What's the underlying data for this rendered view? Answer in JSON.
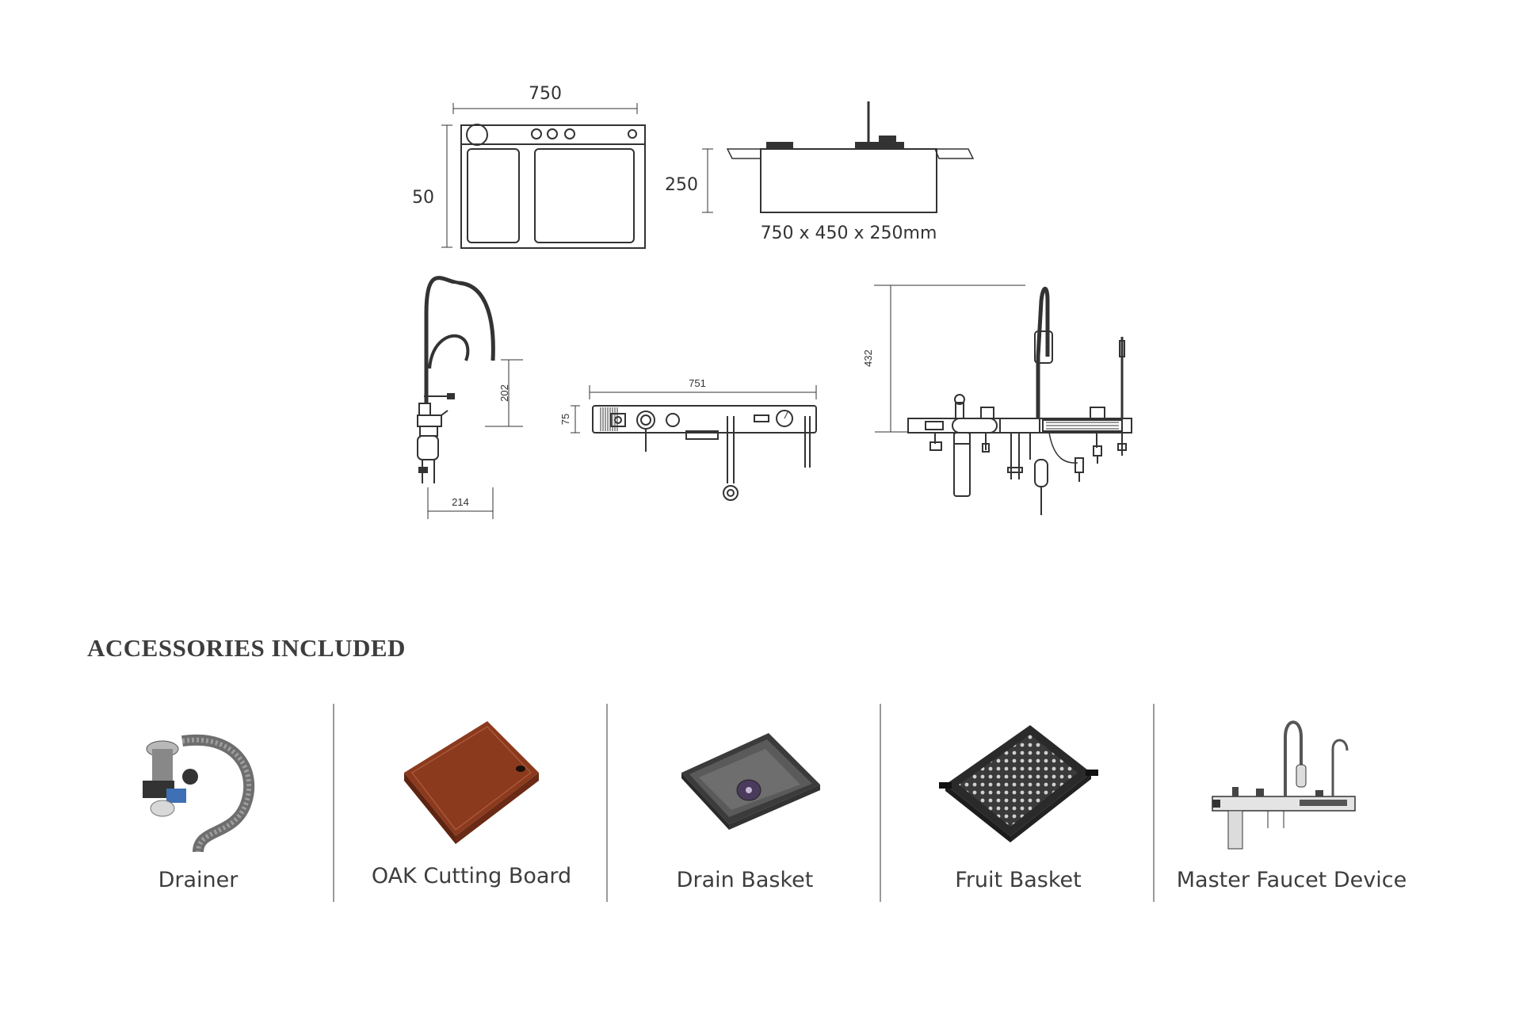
{
  "drawings": {
    "top_view": {
      "width_dim": "750",
      "depth_dim": "50"
    },
    "side_view": {
      "height_dim": "250",
      "size_caption": "750 x 450 x 250mm"
    },
    "faucet_view": {
      "height_dim": "202",
      "reach_dim": "214"
    },
    "panel_view": {
      "length_dim": "751",
      "height_dim": "75"
    },
    "assembly_view": {
      "height_dim": "432"
    }
  },
  "accessories": {
    "title": "ACCESSORIES INCLUDED",
    "items": [
      {
        "label": "Drainer",
        "icon": "drainer-icon"
      },
      {
        "label": "OAK Cutting Board",
        "icon": "cutting-board-icon"
      },
      {
        "label": "Drain Basket",
        "icon": "drain-basket-icon"
      },
      {
        "label": "Fruit Basket",
        "icon": "fruit-basket-icon"
      },
      {
        "label": "Master Faucet Device",
        "icon": "faucet-device-icon"
      }
    ]
  },
  "colors": {
    "line": "#333333",
    "wood": "#8b3a1e",
    "steel": "#4a4a4a",
    "divider": "#9a9a9a"
  }
}
